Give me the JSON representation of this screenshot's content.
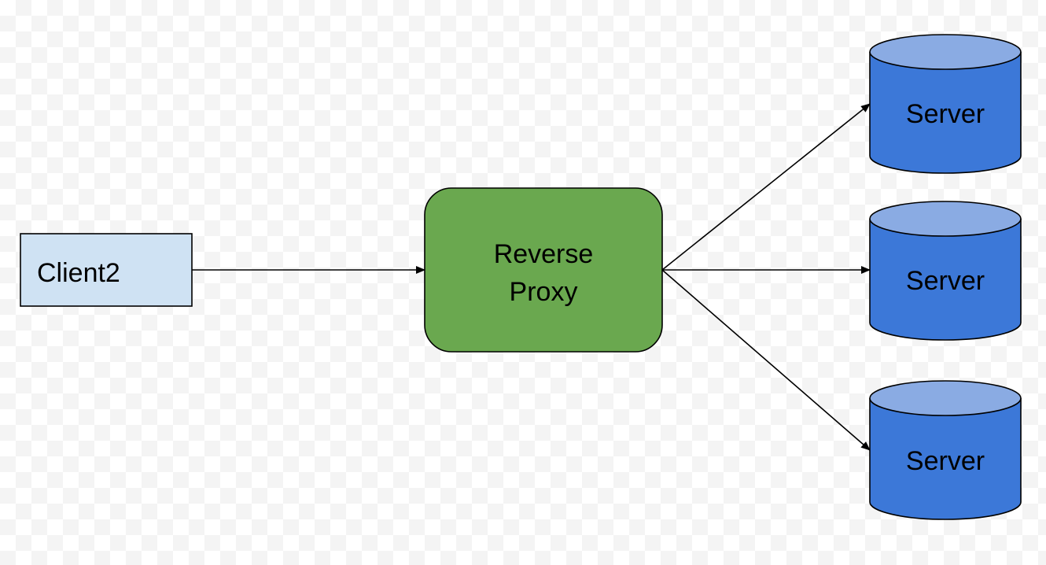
{
  "diagram": {
    "client": {
      "label": "Client2"
    },
    "proxy": {
      "label_line1": "Reverse",
      "label_line2": "Proxy"
    },
    "servers": [
      {
        "label": "Server"
      },
      {
        "label": "Server"
      },
      {
        "label": "Server"
      }
    ]
  },
  "colors": {
    "client_fill": "#cfe2f3",
    "proxy_fill": "#6aa84f",
    "server_body": "#3c78d8",
    "server_top": "#8aabe3",
    "stroke": "#000000"
  }
}
